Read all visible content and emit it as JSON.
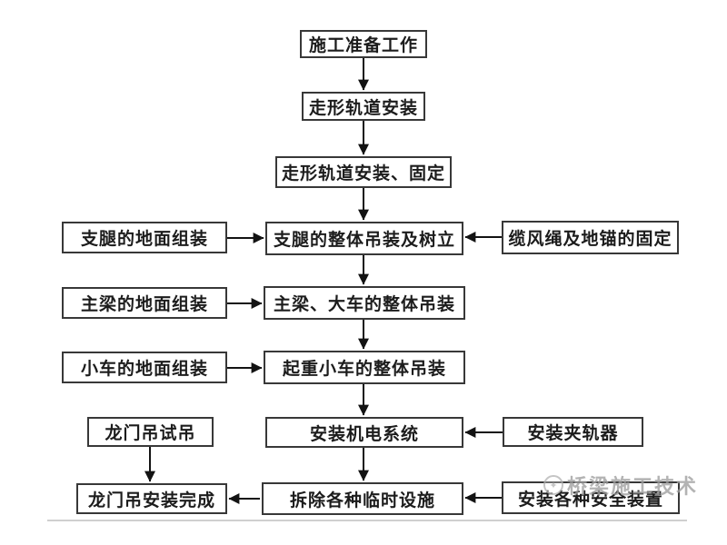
{
  "flowchart": {
    "nodes": {
      "prep": {
        "label": "施工准备工作"
      },
      "track_install": {
        "label": "走形轨道安装"
      },
      "track_fix": {
        "label": "走形轨道安装、固定"
      },
      "leg_ground": {
        "label": "支腿的地面组装"
      },
      "leg_hoist": {
        "label": "支腿的整体吊装及树立"
      },
      "cable_anchor": {
        "label": "缆风绳及地锚的固定"
      },
      "girder_ground": {
        "label": "主梁的地面组装"
      },
      "girder_hoist": {
        "label": "主梁、大车的整体吊装"
      },
      "trolley_ground": {
        "label": "小车的地面组装"
      },
      "trolley_hoist": {
        "label": "起重小车的整体吊装"
      },
      "test_lift": {
        "label": "龙门吊试吊"
      },
      "electromech": {
        "label": "安装机电系统"
      },
      "rail_clamp": {
        "label": "安装夹轨器"
      },
      "complete": {
        "label": "龙门吊安装完成"
      },
      "remove_temp": {
        "label": "拆除各种临时设施"
      },
      "safety_devices": {
        "label": "安装各种安全装置"
      }
    }
  },
  "watermark": {
    "text": "桥梁施工技术",
    "logo_glyph": "✦"
  },
  "colors": {
    "background": "#ffffff",
    "box_border": "#383838",
    "box_text": "#1c1c1c",
    "arrow": "#131313",
    "divider": "#cfcfcf",
    "watermark": "#9e9e9e"
  }
}
